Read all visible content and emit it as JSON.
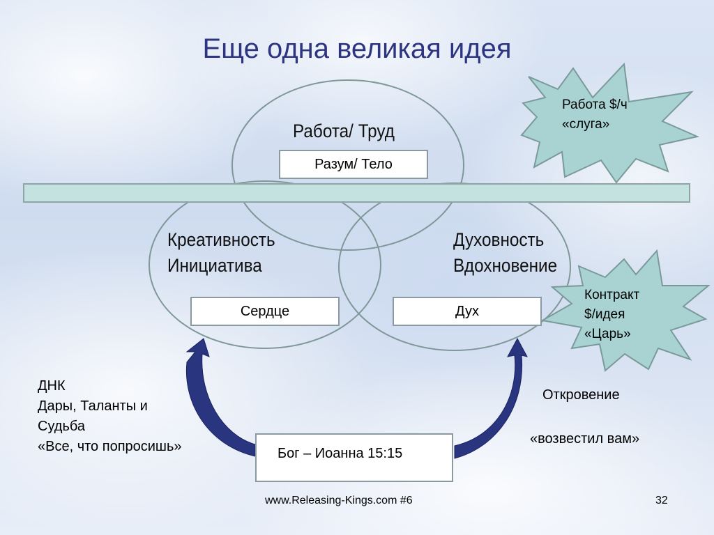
{
  "slide": {
    "title": "Еще одна великая идея",
    "top_label": "Работа/ Труд",
    "top_box": "Разум/ Тело",
    "left_label": [
      "Креативность",
      "Инициатива"
    ],
    "right_label": [
      "Духовность",
      "Вдохновение"
    ],
    "left_box": "Сердце",
    "right_box": "Дух",
    "bottom_box": "Бог – Иоанна 15:15",
    "left_notes": [
      "ДНК",
      "Дары, Таланты и",
      "Судьба",
      "«Все, что попросишь»"
    ],
    "right_notes": [
      "Откровение",
      "«возвестил вам»"
    ],
    "burst_top": [
      "Работа $/ч",
      "«слуга»"
    ],
    "burst_right": [
      "Контракт",
      "$/идея",
      "«Царь»"
    ],
    "footer_link": "www.Releasing-Kings.com #6",
    "page_number": "32"
  },
  "colors": {
    "title": "#2e3580",
    "bar_fill": "#c4e2e0",
    "burst_fill": "#a9d3d3",
    "circle_stroke": "#7f9797",
    "arrow": "#2a3580"
  }
}
